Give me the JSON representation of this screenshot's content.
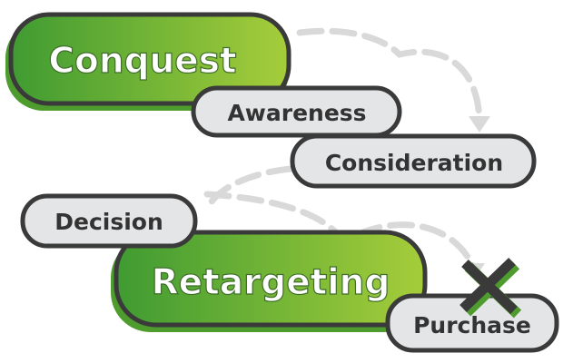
{
  "stages": {
    "conquest": "Conquest",
    "awareness": "Awareness",
    "consideration": "Consideration",
    "decision": "Decision",
    "retargeting": "Retargeting",
    "purchase": "Purchase"
  },
  "colors": {
    "green_light": "#a6cd3a",
    "green_dark": "#3f9b32",
    "green_shadow": "#4e9b2e",
    "pill_fill": "#e4e5e7",
    "outline": "#3a3a3a",
    "arrow": "#d9d9d9",
    "cross": "#3a3a3a",
    "cross_shadow": "#4e9b2e"
  },
  "icons": {
    "blocked_purchase": "cross-icon"
  }
}
